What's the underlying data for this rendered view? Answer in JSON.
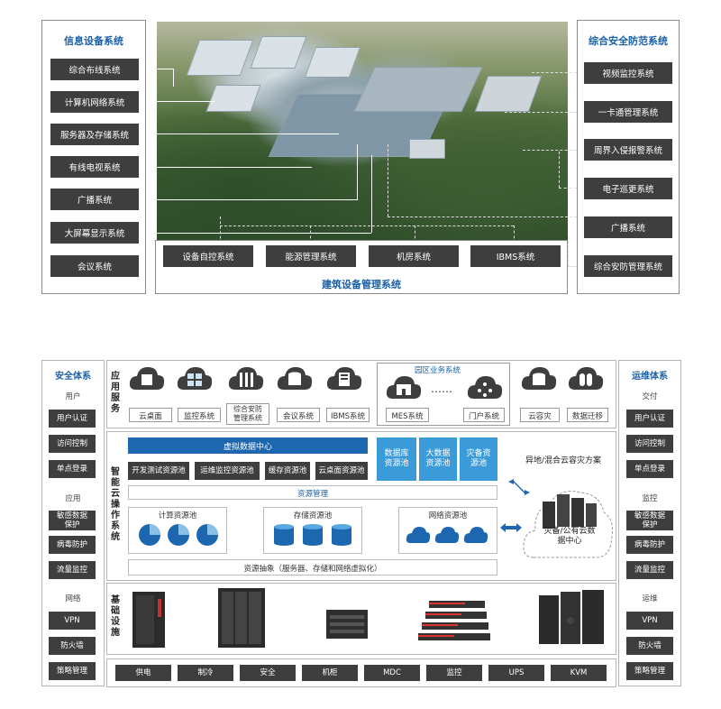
{
  "top": {
    "left_panel": {
      "title": "信息设备系统",
      "items": [
        "综合布线系统",
        "计算机网络系统",
        "服务器及存储系统",
        "有线电视系统",
        "广播系统",
        "大屏幕显示系统",
        "会议系统"
      ]
    },
    "right_panel": {
      "title": "综合安全防范系统",
      "items": [
        "视频监控系统",
        "一卡通管理系统",
        "周界入侵报警系统",
        "电子巡更系统",
        "广播系统",
        "综合安防管理系统"
      ]
    },
    "bottom_panel": {
      "title": "建筑设备管理系统",
      "items": [
        "设备自控系统",
        "能源管理系统",
        "机房系统",
        "IBMS系统"
      ]
    }
  },
  "bottom": {
    "left_col": {
      "title": "安全体系",
      "sections": [
        {
          "label": "用户",
          "items": [
            "用户认证",
            "访问控制",
            "单点登录"
          ]
        },
        {
          "label": "应用",
          "items": [
            "敏感数据保护",
            "病毒防护",
            "流量监控"
          ]
        },
        {
          "label": "网络",
          "items": [
            "VPN",
            "防火墙",
            "策略管理"
          ]
        }
      ]
    },
    "right_col": {
      "title": "运维体系",
      "sections": [
        {
          "label": "交付",
          "items": [
            "用户认证",
            "访问控制",
            "单点登录"
          ]
        },
        {
          "label": "监控",
          "items": [
            "敏感数据保护",
            "病毒防护",
            "流量监控"
          ]
        },
        {
          "label": "运维",
          "items": [
            "VPN",
            "防火墙",
            "策略管理"
          ]
        }
      ]
    },
    "app_services": {
      "label": "应用服务",
      "apps": [
        "云桌面",
        "监控系统",
        "综合安防管理系统",
        "会议系统",
        "IBMS系统"
      ],
      "park": {
        "title": "园区业务系统",
        "items": [
          "MES系统",
          "门户系统"
        ],
        "dots": "……"
      },
      "extra": [
        "云容灾",
        "数据迁移"
      ]
    },
    "cloud_os": {
      "label": "智能云操作系统",
      "vdc": "虚拟数据中心",
      "vdc_pools": [
        "开发测试资源池",
        "运维监控资源池",
        "缓存资源池",
        "云桌面资源池"
      ],
      "side_pools": [
        "数据库资源池",
        "大数据资源池",
        "灾备资源池"
      ],
      "resource_mgmt": "资源管理",
      "pools": [
        "计算资源池",
        "存储资源池",
        "网络资源池"
      ],
      "abstraction": "资源抽象（服务器、存储和网络虚拟化）",
      "hybrid_title": "异地/混合云容灾方案",
      "dr_label": "灾备/公有云数据中心"
    },
    "infra": {
      "label": "基础设施",
      "items": [
        "供电",
        "制冷",
        "安全",
        "机柜",
        "MDC",
        "监控",
        "UPS",
        "KVM"
      ]
    }
  }
}
